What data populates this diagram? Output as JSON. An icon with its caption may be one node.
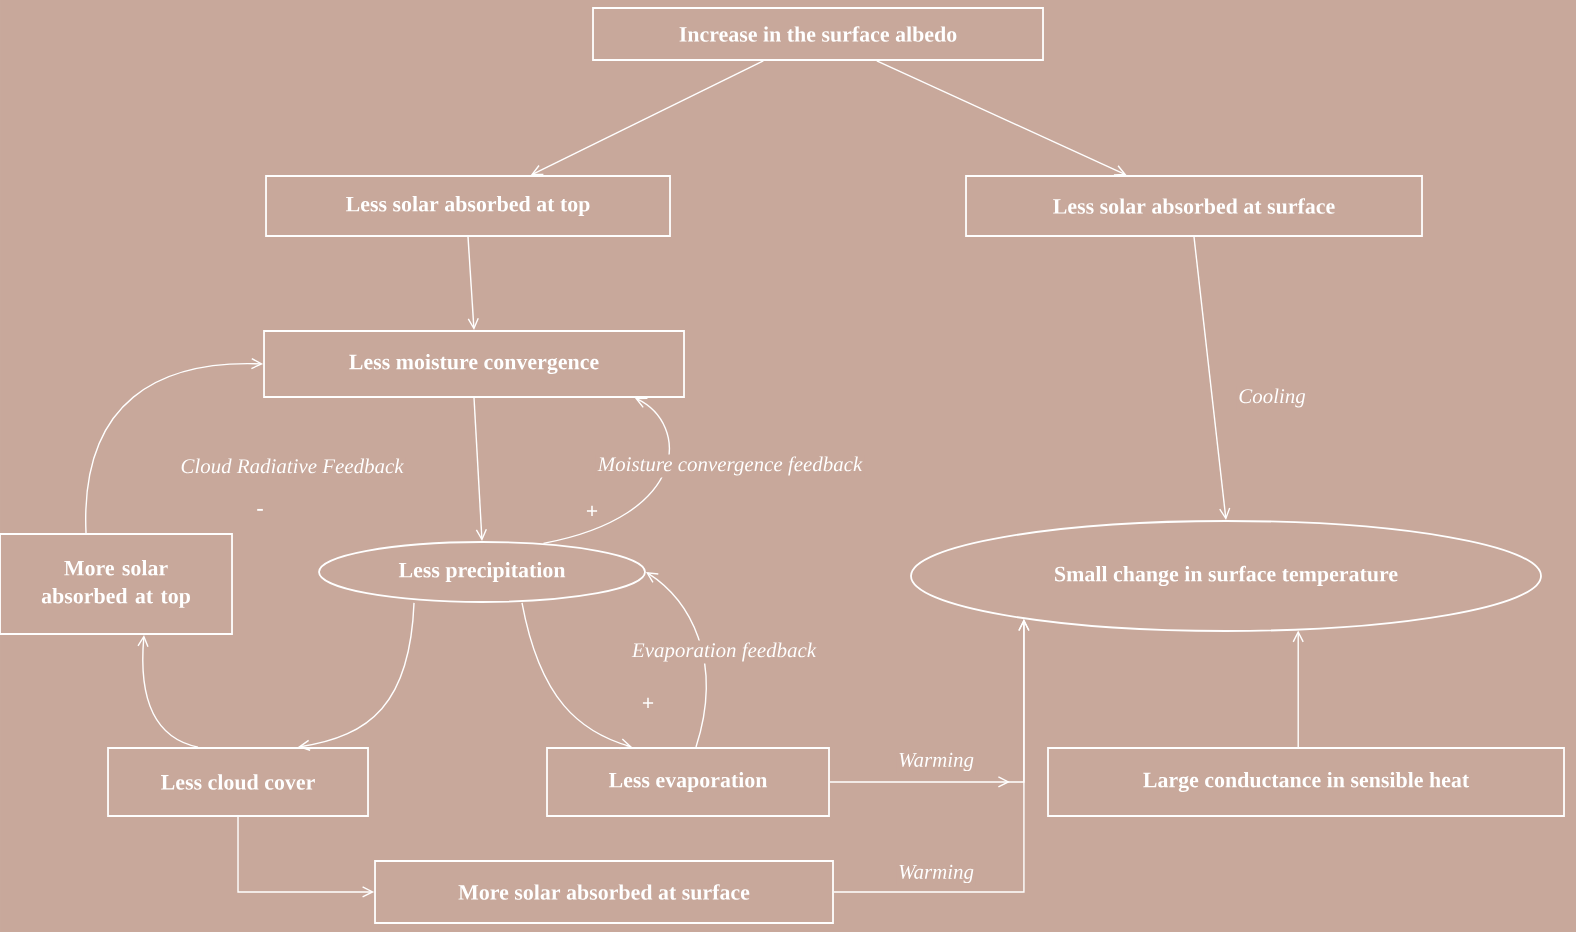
{
  "diagram": {
    "nodes": [
      {
        "text": [
          "Increase in the surface albedo"
        ]
      },
      {
        "text": [
          "Less solar absorbed at top"
        ]
      },
      {
        "text": [
          "Less solar absorbed at surface"
        ]
      },
      {
        "text": [
          "Less moisture convergence"
        ]
      },
      {
        "text": [
          "More solar absorbed at top"
        ]
      },
      {
        "text": [
          "Less precipitation"
        ]
      },
      {
        "text": [
          "Small change in  surface temperature"
        ]
      },
      {
        "text": [
          "Less cloud cover"
        ]
      },
      {
        "text": [
          "Less evaporation"
        ]
      },
      {
        "text": [
          "Large conductance in sensible heat"
        ]
      },
      {
        "text": [
          "More solar absorbed at surface"
        ]
      }
    ],
    "edges": [
      {
        "from": 0,
        "to": 1,
        "arrow": "to"
      },
      {
        "from": 0,
        "to": 2,
        "arrow": "to"
      },
      {
        "from": 1,
        "to": 3,
        "arrow": "to"
      },
      {
        "from": 2,
        "to": 6,
        "arrow": "to",
        "label": "Cooling"
      },
      {
        "from": 3,
        "to": 5,
        "arrow": "to"
      },
      {
        "from": 5,
        "to": 3,
        "arrow": "to",
        "label": "Moisture convergence feedback"
      },
      {
        "from": 5,
        "to": 7,
        "arrow": "to"
      },
      {
        "from": 7,
        "to": 4,
        "arrow": "to"
      },
      {
        "from": 4,
        "to": 3,
        "arrow": "to",
        "label": "Cloud Radiative Feedback"
      },
      {
        "from": 5,
        "to": 8,
        "arrow": "to"
      },
      {
        "from": 8,
        "to": 5,
        "arrow": "to",
        "label": "Evaporation feedback"
      },
      {
        "from": 8,
        "to": 6,
        "arrow": "to",
        "label": "Warming"
      },
      {
        "from": 10,
        "to": 6,
        "arrow": "to",
        "label": "Warming"
      },
      {
        "from": 9,
        "to": 6,
        "arrow": "to"
      },
      {
        "from": 7,
        "to": 10,
        "arrow": "to"
      }
    ],
    "labels": [
      "-",
      "+",
      "+"
    ]
  }
}
